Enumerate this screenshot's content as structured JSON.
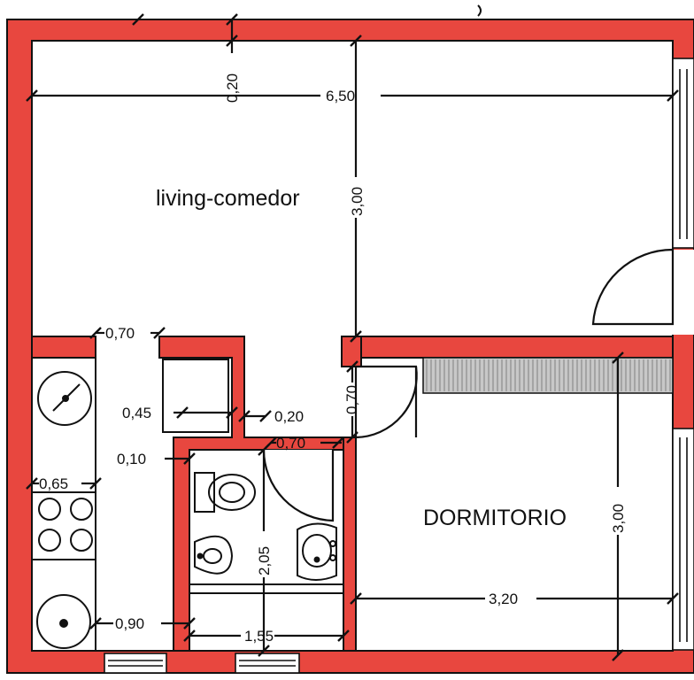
{
  "colors": {
    "wall": "#e8473f",
    "line": "#111111",
    "background": "#ffffff",
    "hatch": "#c8c8c8"
  },
  "rooms": {
    "living": "living-comedor",
    "bedroom": "DORMITORIO"
  },
  "dimensions": {
    "living_width": "6,50",
    "living_height": "3,00",
    "top_wall": "0,20",
    "bedroom_height": "3,00",
    "bedroom_width": "3,20",
    "hall_width": "0,70",
    "pantry_width": "0,45",
    "partition": "0,20",
    "bath_door": "0,70",
    "bedroom_door": "0,70",
    "wall_thin": "0,10",
    "counter_depth": "0,65",
    "kitchen_width": "0,90",
    "bath_height": "2,05",
    "bath_width": "1,55"
  },
  "icons": [
    "stove-icon",
    "sink-icon",
    "toilet-icon",
    "bidet-icon",
    "washbasin-icon",
    "door-swing-icon",
    "window-icon",
    "closet-icon"
  ]
}
